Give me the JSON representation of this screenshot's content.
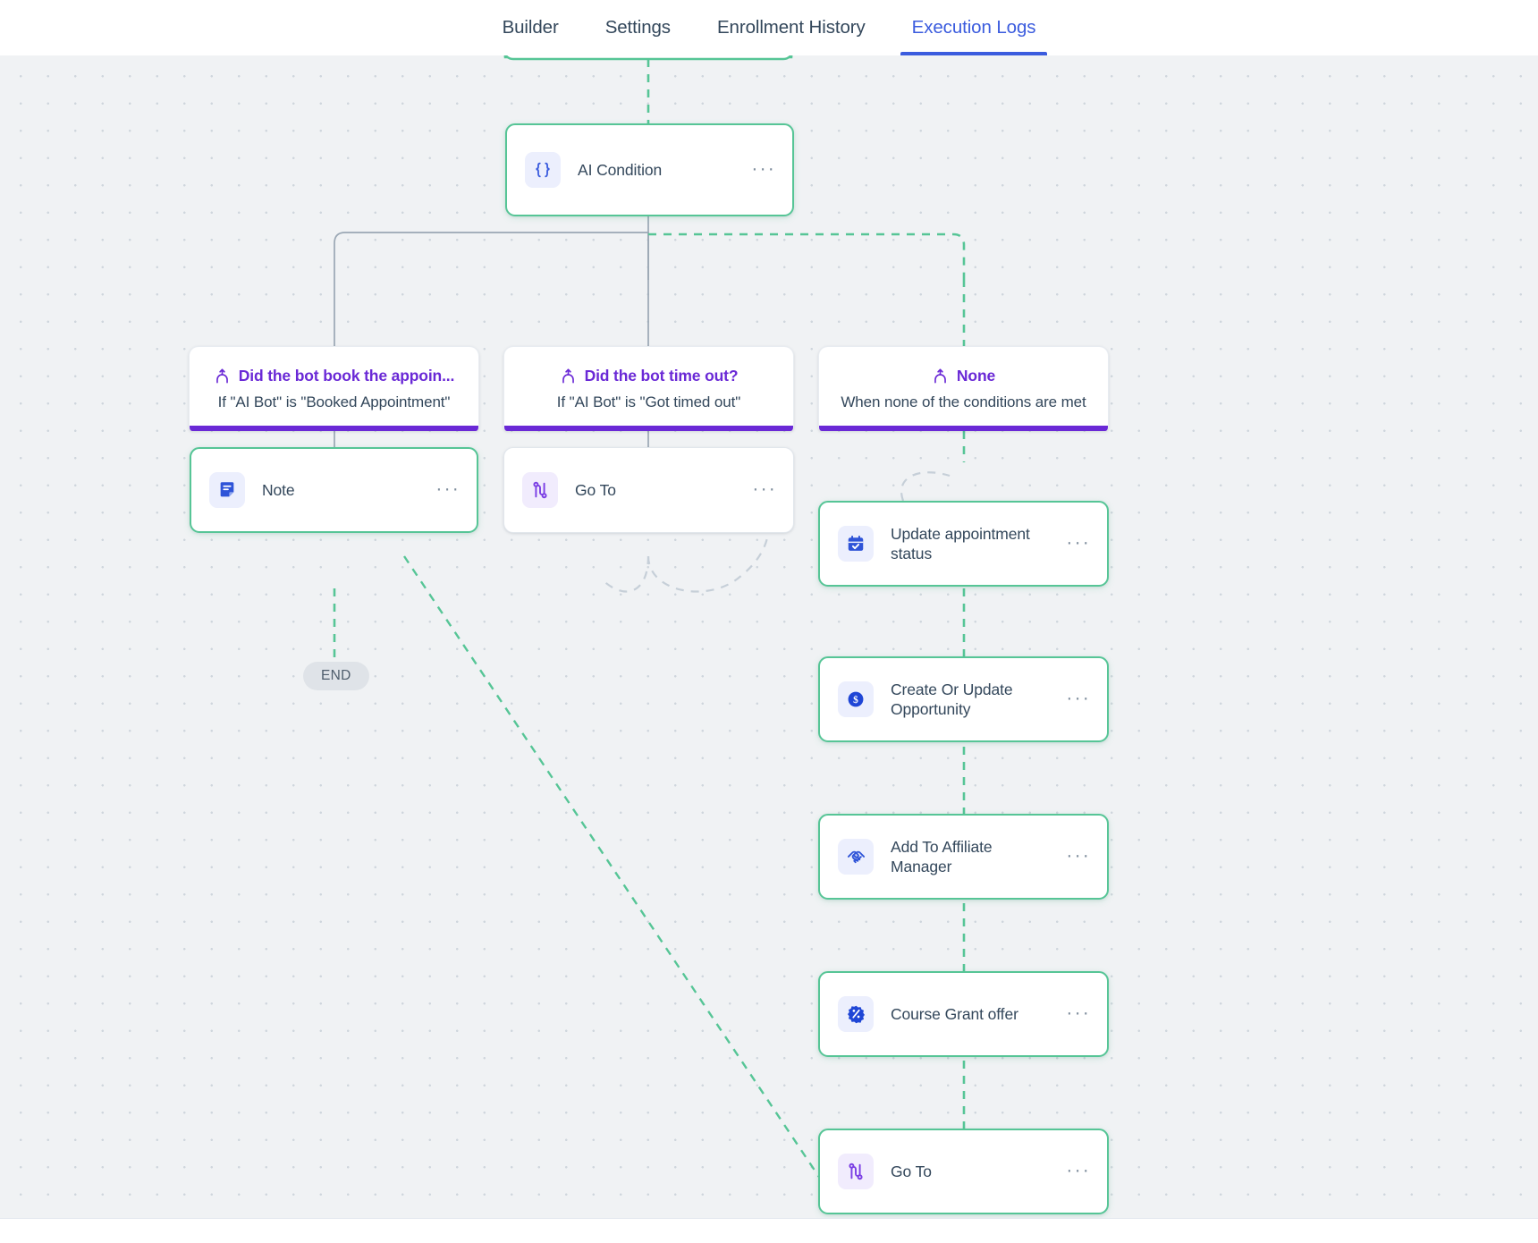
{
  "tabs": [
    {
      "label": "Builder",
      "active": false
    },
    {
      "label": "Settings",
      "active": false
    },
    {
      "label": "Enrollment History",
      "active": false
    },
    {
      "label": "Execution Logs",
      "active": true
    }
  ],
  "colors": {
    "accent_blue": "#3b5cde",
    "branch_purple": "#6a29d6",
    "selected_green": "#56c596",
    "edge_grey": "#9aa7b4",
    "canvas_bg": "#f0f2f4",
    "text": "#33475b"
  },
  "nodes": {
    "ai_condition": {
      "label": "AI Condition",
      "icon": "curly-braces-icon",
      "menu": "···"
    },
    "note": {
      "label": "Note",
      "icon": "note-icon",
      "menu": "···"
    },
    "goto_mid": {
      "label": "Go To",
      "icon": "goto-icon",
      "menu": "···"
    },
    "update_appointment": {
      "label": "Update appointment status",
      "icon": "calendar-icon",
      "menu": "···"
    },
    "create_opportunity": {
      "label": "Create Or Update Opportunity",
      "icon": "dollar-circle-icon",
      "menu": "···"
    },
    "affiliate_manager": {
      "label": "Add To Affiliate Manager",
      "icon": "handshake-icon",
      "menu": "···"
    },
    "course_grant": {
      "label": "Course Grant offer",
      "icon": "discount-badge-icon",
      "menu": "···"
    },
    "goto_bottom": {
      "label": "Go To",
      "icon": "goto-icon",
      "menu": "···"
    }
  },
  "branches": [
    {
      "title": "Did the bot book the appoin...",
      "subtitle": "If \"AI Bot\" is \"Booked Appointment\""
    },
    {
      "title": "Did the bot time out?",
      "subtitle": "If \"AI Bot\" is \"Got timed out\""
    },
    {
      "title": "None",
      "subtitle": "When none of the conditions are met"
    }
  ],
  "end_marker": {
    "label": "END"
  }
}
